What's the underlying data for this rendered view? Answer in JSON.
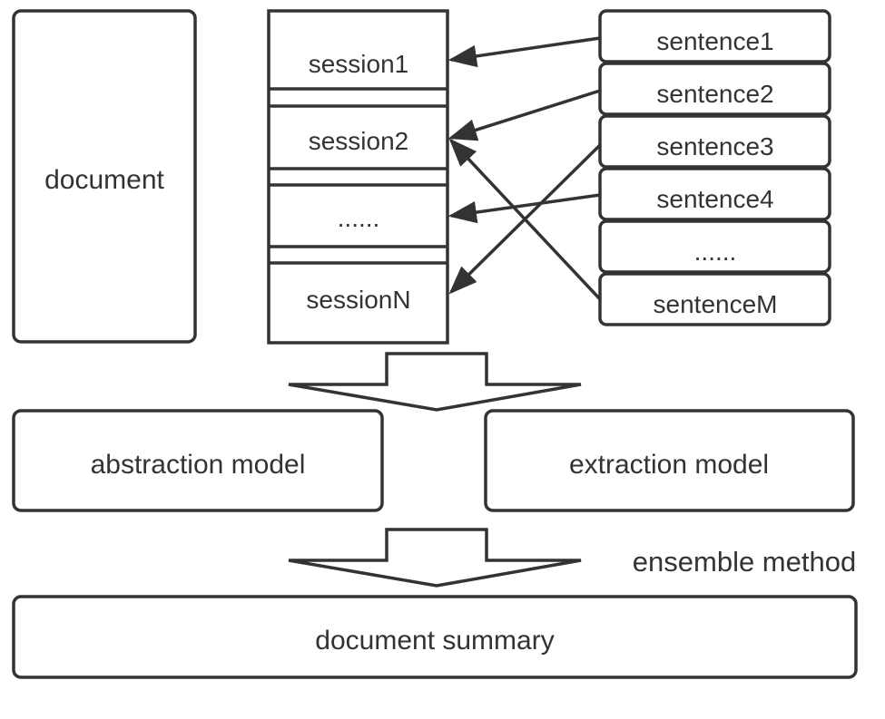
{
  "document_label": "document",
  "sessions": [
    "session1",
    "session2",
    "......",
    "sessionN"
  ],
  "sentences": [
    "sentence1",
    "sentence2",
    "sentence3",
    "sentence4",
    "......",
    "sentenceM"
  ],
  "models": {
    "abstraction": "abstraction model",
    "extraction": "extraction model"
  },
  "ensemble_label": "ensemble method",
  "summary_label": "document summary"
}
